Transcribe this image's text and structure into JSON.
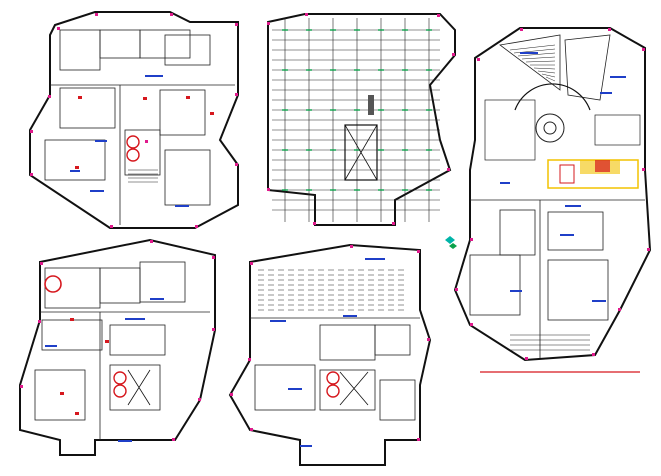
{
  "drawing": {
    "type": "architectural floor plans (CAD sheet)",
    "plans": [
      {
        "id": "plan-1",
        "name": ""
      },
      {
        "id": "plan-2",
        "name": ""
      },
      {
        "id": "plan-3",
        "name": ""
      },
      {
        "id": "plan-4",
        "name": ""
      },
      {
        "id": "plan-5",
        "name": ""
      }
    ],
    "colors": {
      "walls": "#111111",
      "column_markers": "#e01a8c",
      "labels": "#1f3fc8",
      "doors": "#d6181e",
      "structural_grid": "#0aa14a",
      "highlight": "#f2c200",
      "marker": "#00b4a8"
    }
  }
}
